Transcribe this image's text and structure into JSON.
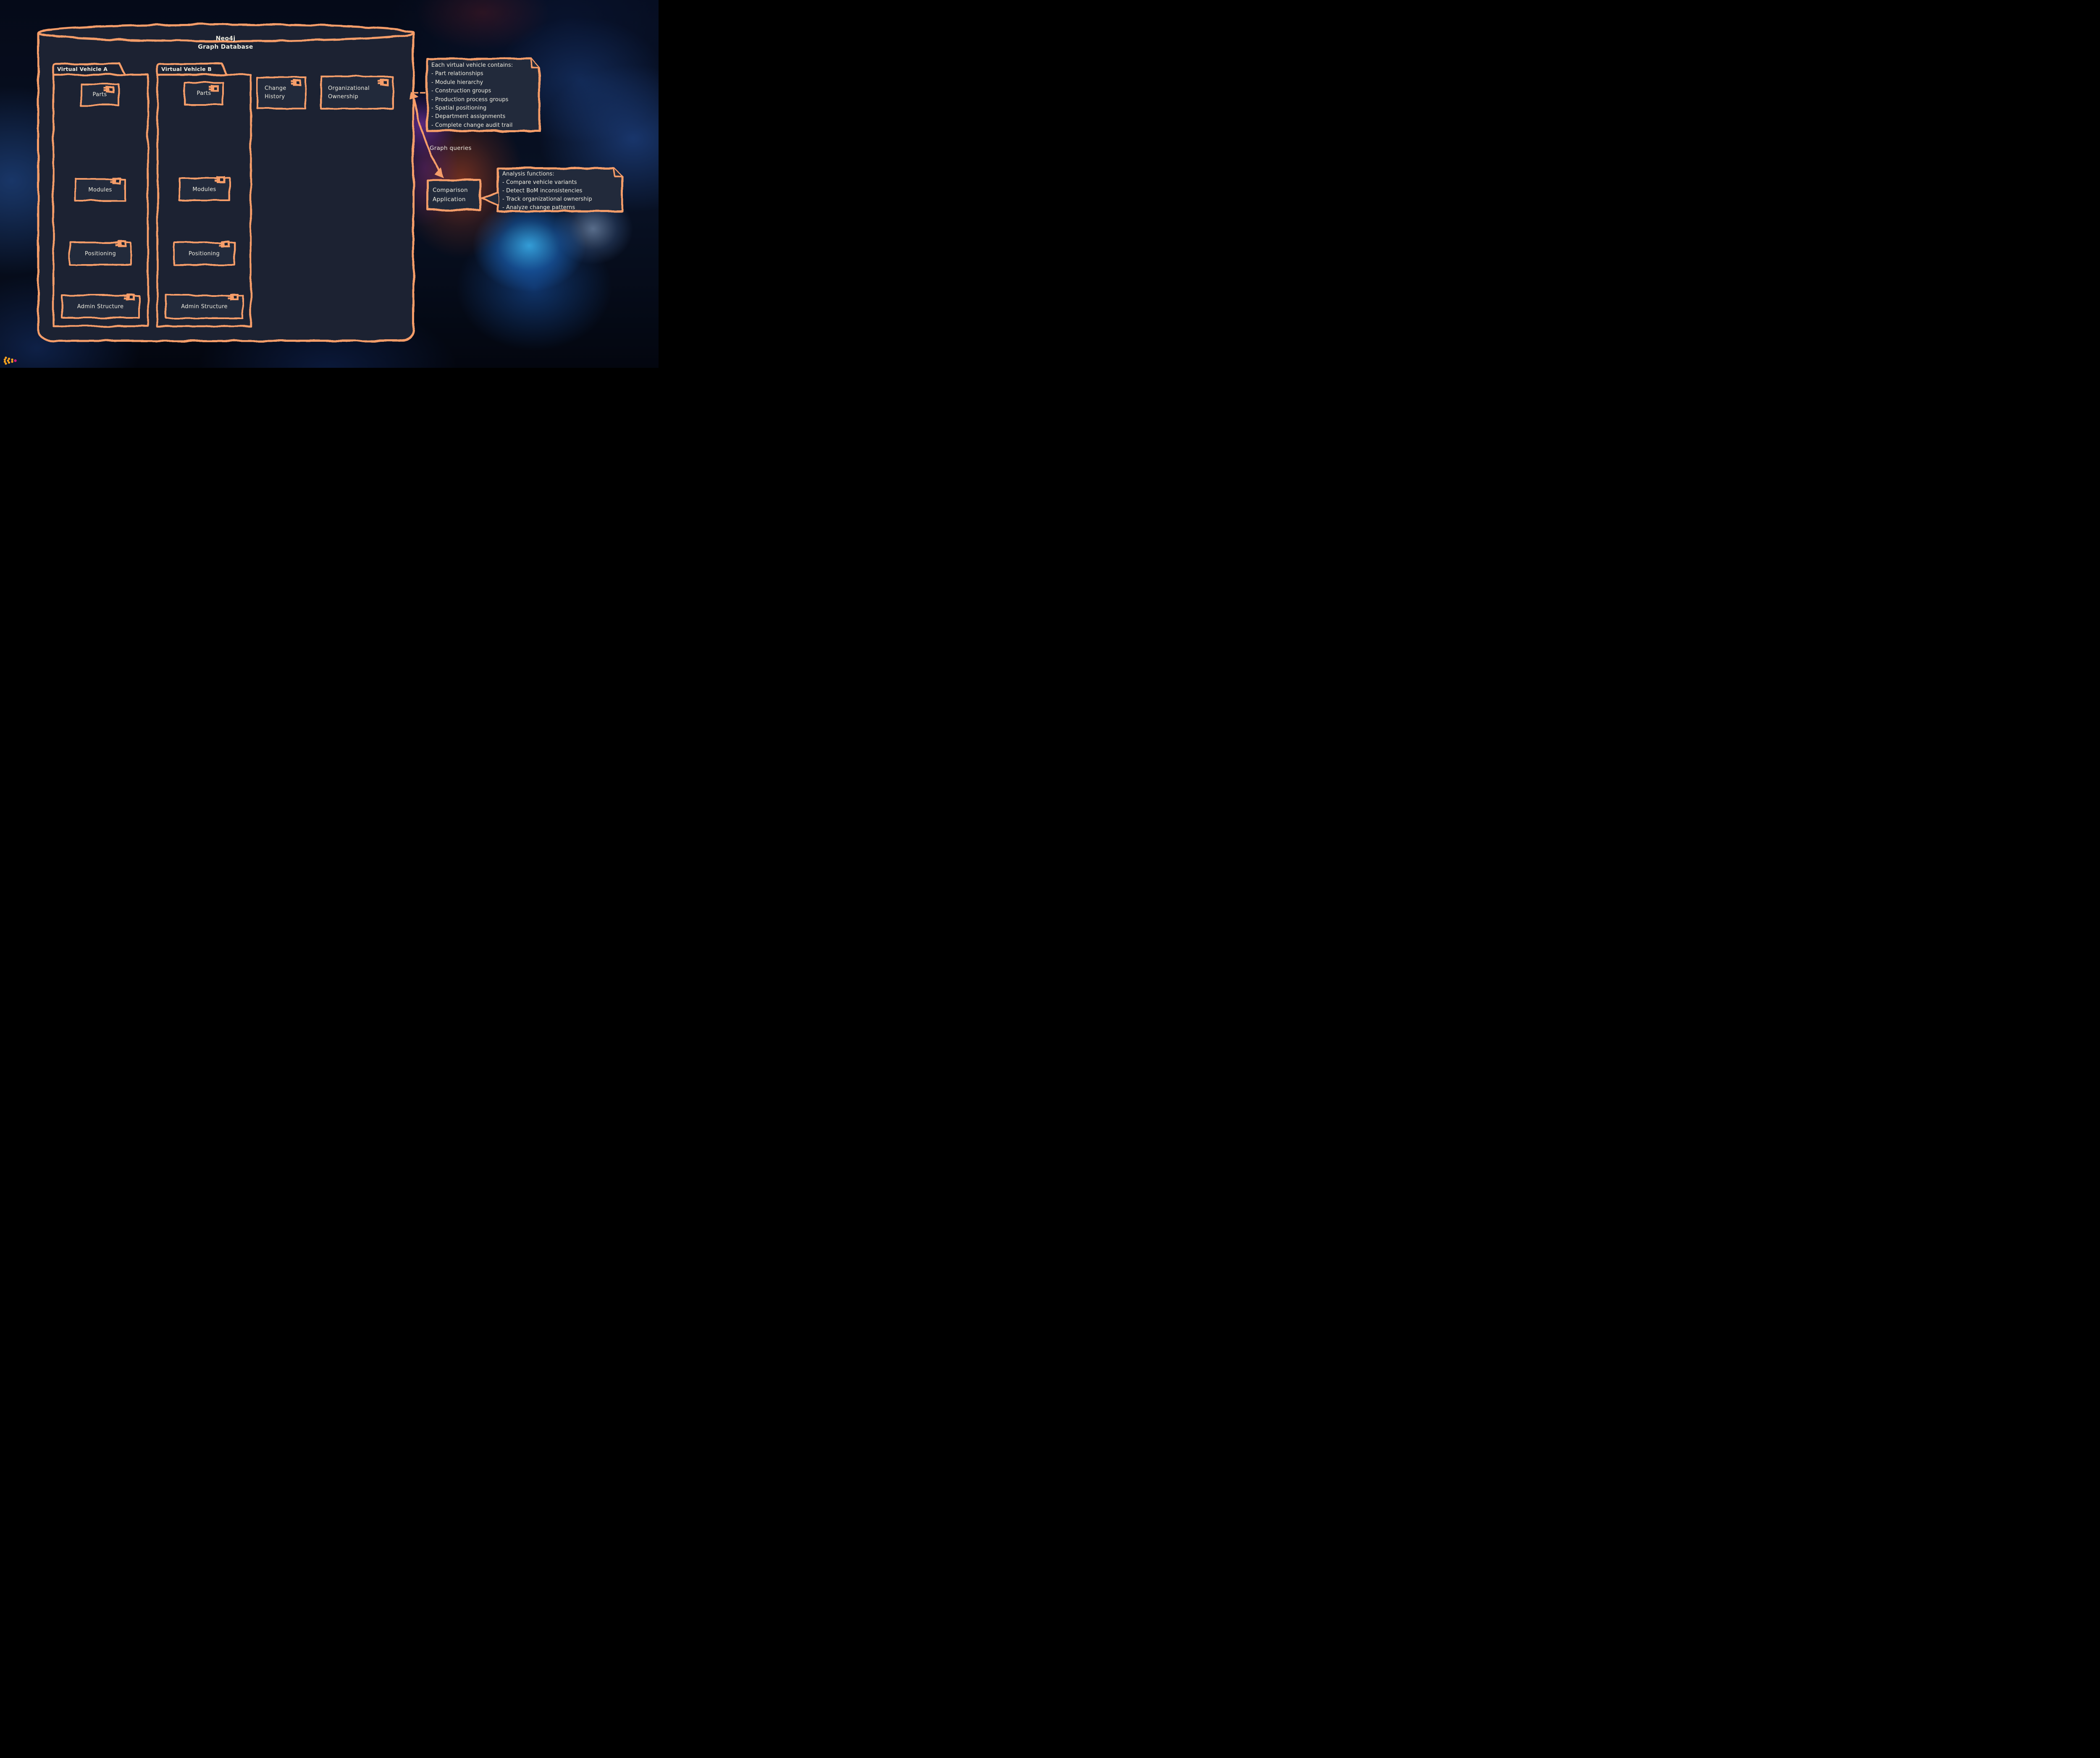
{
  "diagram": {
    "database": {
      "title_lines": [
        "Neo4j",
        "Graph Database"
      ]
    },
    "packages": [
      {
        "label": "Virtual Vehicle A",
        "components": [
          {
            "label": "Parts"
          },
          {
            "label": "Modules"
          },
          {
            "label": "Positioning"
          },
          {
            "label": "Admin Structure"
          }
        ]
      },
      {
        "label": "Virtual Vehicle B",
        "components": [
          {
            "label": "Parts"
          },
          {
            "label": "Modules"
          },
          {
            "label": "Positioning"
          },
          {
            "label": "Admin Structure"
          }
        ]
      }
    ],
    "standalone_components": [
      {
        "label": "Change History",
        "lines": [
          "Change",
          "History"
        ]
      },
      {
        "label": "Organizational Ownership",
        "lines": [
          "Organizational",
          "Ownership"
        ]
      }
    ],
    "note_vehicle": {
      "lines": [
        "Each virtual vehicle contains:",
        "- Part relationships",
        "- Module hierarchy",
        "- Construction groups",
        "- Production process groups",
        "- Spatial positioning",
        "- Department assignments",
        "- Complete change audit trail"
      ]
    },
    "arrow_label": "Graph queries",
    "application": {
      "label": "Comparison Application",
      "lines": [
        "Comparison",
        "Application"
      ]
    },
    "note_analysis": {
      "lines": [
        "Analysis functions:",
        "- Compare vehicle variants",
        "- Detect BoM inconsistencies",
        "- Track organizational ownership",
        "- Analyze change patterns"
      ]
    },
    "colors": {
      "stroke_orange": "#f69d69",
      "shape_fill": "#202a3a",
      "text_cream": "#efede1",
      "logo_orange": "#f7a21e",
      "logo_pink": "#d41b78"
    }
  }
}
